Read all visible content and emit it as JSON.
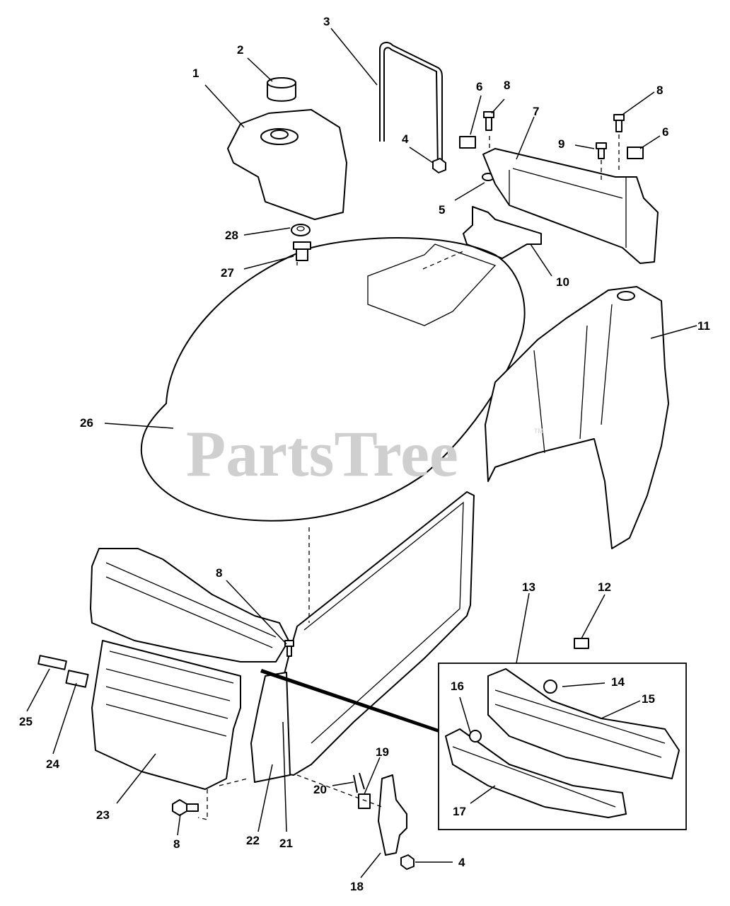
{
  "watermark": "PartsTree",
  "trademark": "TM",
  "callouts": [
    "1",
    "2",
    "3",
    "4",
    "5",
    "6",
    "7",
    "8",
    "9",
    "10",
    "11",
    "12",
    "13",
    "14",
    "15",
    "16",
    "17",
    "18",
    "19",
    "20",
    "21",
    "22",
    "23",
    "24",
    "25",
    "26",
    "27",
    "28"
  ],
  "callouts_repeated": [
    "4",
    "6",
    "8",
    "8",
    "8"
  ]
}
